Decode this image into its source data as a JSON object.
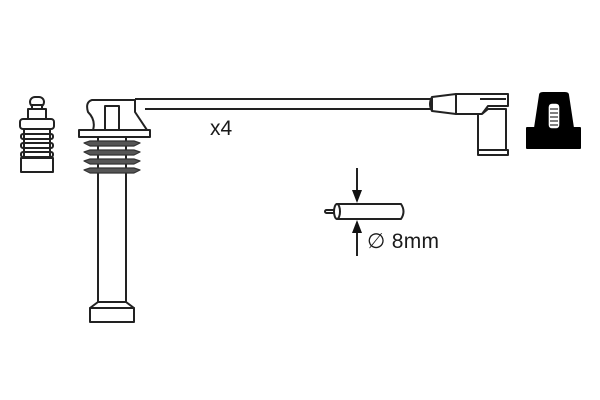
{
  "diagram": {
    "subject": "ignition-cable-set",
    "quantity_label": "x4",
    "diameter_label": "∅ 8mm",
    "colors": {
      "line": "#222222",
      "fill": "#ffffff",
      "rib": "#555555",
      "solid": "#000000"
    },
    "parts": [
      {
        "name": "spark-plug-terminal",
        "position": "left"
      },
      {
        "name": "coil-boot-connector",
        "position": "center-left"
      },
      {
        "name": "cable",
        "position": "top"
      },
      {
        "name": "angled-plug-connector",
        "position": "right"
      },
      {
        "name": "distributor-cap-end",
        "position": "far-right"
      },
      {
        "name": "cable-cross-section",
        "position": "center"
      }
    ]
  }
}
